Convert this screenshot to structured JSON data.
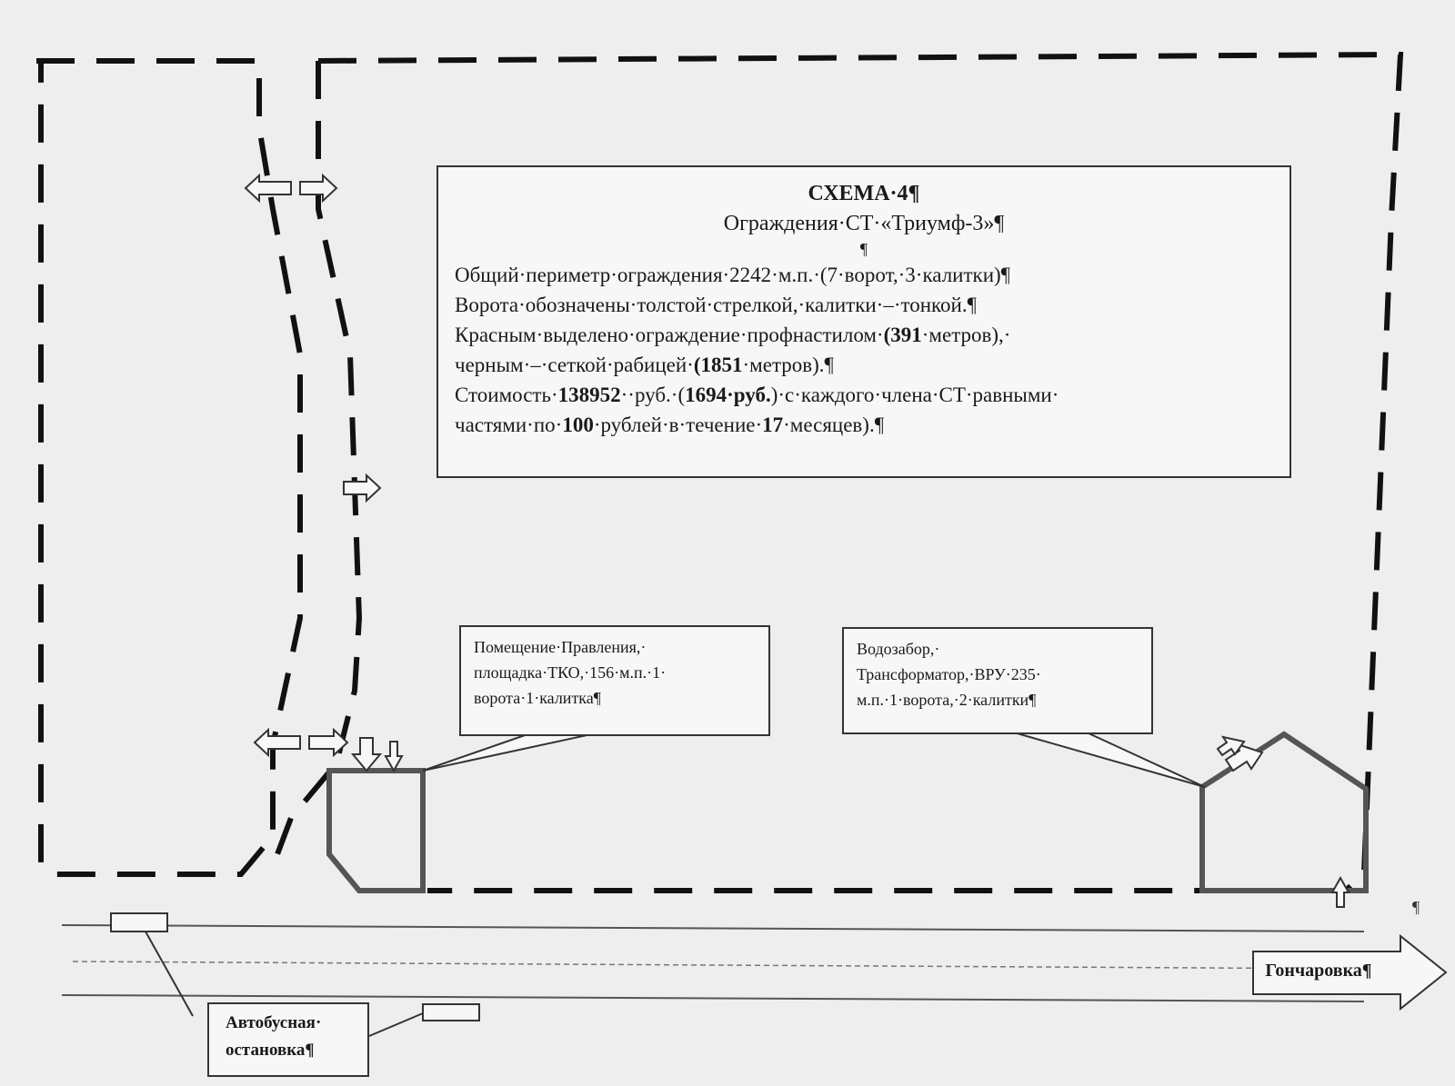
{
  "info": {
    "title": "СХЕМА·4¶",
    "subtitle": "Ограждения·СТ·«Триумф-3»¶",
    "blank": "¶",
    "line1": "Общий·периметр·ограждения·2242·м.п.·(7·ворот,·3·калитки)¶",
    "line2": "Ворота·обозначены·толстой·стрелкой,·калитки·–·тонкой.¶",
    "line3_prefix": "Красным·выделено·ограждение·профнастилом·",
    "line3_bold": "(391",
    "line3_suffix": "·метров),·",
    "line4_prefix": "черным·–·сеткой·рабицей·",
    "line4_bold": "(1851",
    "line4_suffix": "·метров).¶",
    "line5_prefix": "Стоимость·",
    "line5_bold1": "138952",
    "line5_mid1": "··руб.·(",
    "line5_bold2": "1694·руб.",
    "line5_mid2": ")·с·каждого·члена·СТ·равными·",
    "line6_prefix": "частями·по·",
    "line6_bold1": "100",
    "line6_mid": "·рублей·в·течение·",
    "line6_bold2": "17",
    "line6_suffix": "·месяцев).¶"
  },
  "callouts": {
    "board": {
      "line1": "Помещение·Правления,·",
      "line2": "площадка·ТКО,·156·м.п.·1·",
      "line3": "ворота·1·калитка¶"
    },
    "water": {
      "line1": "Водозабор,·",
      "line2": "Трансформатор,·ВРУ·235·",
      "line3": "м.п.·1·ворота,·2·калитки¶"
    }
  },
  "bus_stop": {
    "line1": "Автобусная·",
    "line2": "остановка¶"
  },
  "road": {
    "label": "Гончаровка¶"
  },
  "pilcrow": "¶",
  "colors": {
    "background": "#eeeeee",
    "fence": "#111111",
    "structure": "#444444",
    "road": "#555555"
  }
}
